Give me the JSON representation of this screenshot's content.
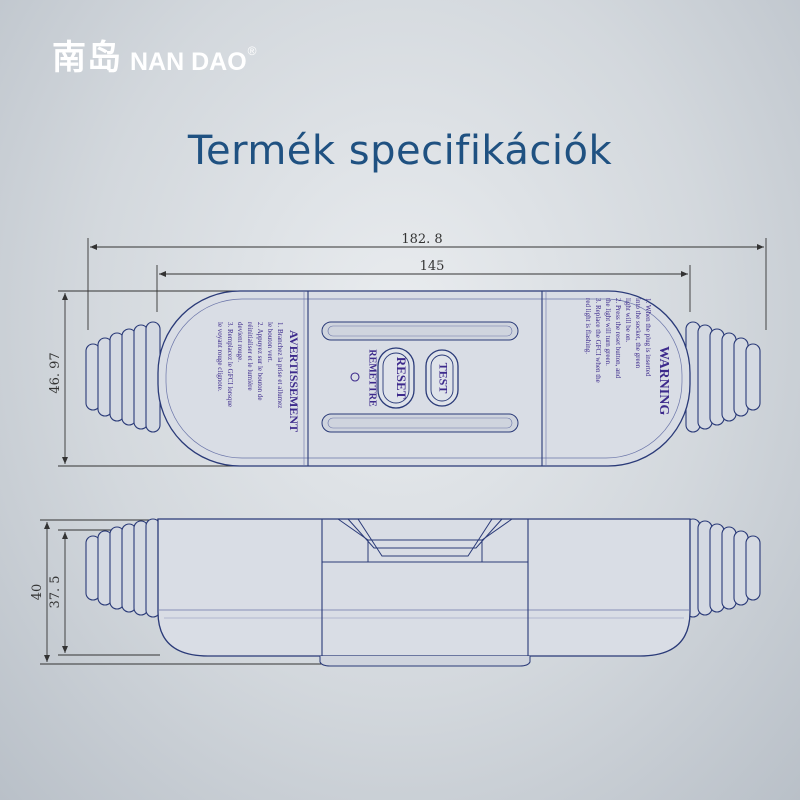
{
  "brand": {
    "cn": "南岛",
    "en": "NAN DAO",
    "reg": "®"
  },
  "title": "Termék specifikációk",
  "dimensions": {
    "overall_length": "182. 8",
    "body_length": "145",
    "top_height": "46. 97",
    "side_height_outer": "40",
    "side_height_inner": "37. 5"
  },
  "labels": {
    "reset": "RESET",
    "test": "TEST",
    "remettre": "REMETTRE",
    "warning_title": "WARNING",
    "warning_lines": [
      "1. When the plug is inserted",
      "into the socket, the green",
      "light will be on.",
      "2. Press the reset button, and",
      "the light will turn green.",
      "3. Replace the GFCI when the",
      "red light is flashing."
    ],
    "avert_title": "AVERTISSEMENT",
    "avert_lines": [
      "1. Branchez la prise et allumez",
      "le bouton vert.",
      "2. Appuyez sur le bouton de",
      "réinitialiser et le lumière",
      "devient rouge.",
      "3. Remplacez le GFCI lorsque",
      "le voyant rouge clignote."
    ]
  }
}
